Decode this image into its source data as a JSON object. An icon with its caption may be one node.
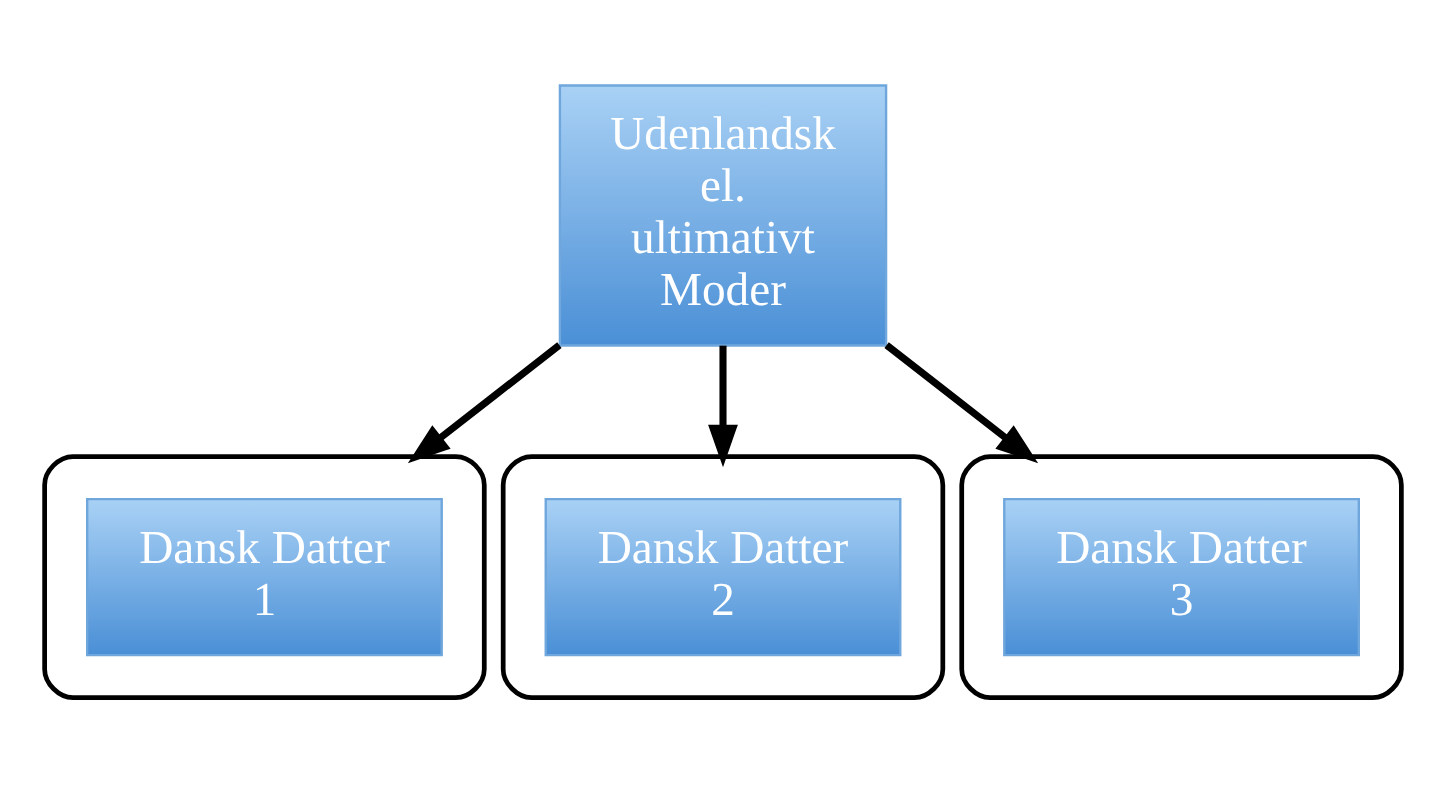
{
  "diagram": {
    "nodes": [
      {
        "text": [
          "Udenlandsk el. ultimativt Moder"
        ]
      },
      {
        "text": [],
        "shape": "ellipse"
      },
      {
        "text": [
          "Dansk Datter 1"
        ],
        "in": 1
      },
      {
        "text": [],
        "shape": "ellipse"
      },
      {
        "text": [
          "Dansk Datter 2"
        ],
        "in": 3
      },
      {
        "text": [],
        "shape": "ellipse"
      },
      {
        "text": [
          "Dansk Datter 3"
        ],
        "in": 5
      }
    ],
    "edges": [
      {
        "from": 0,
        "to": 1,
        "arrow": "to"
      },
      {
        "from": 0,
        "to": 3,
        "arrow": "to"
      },
      {
        "from": 0,
        "to": 5,
        "arrow": "to"
      }
    ]
  }
}
